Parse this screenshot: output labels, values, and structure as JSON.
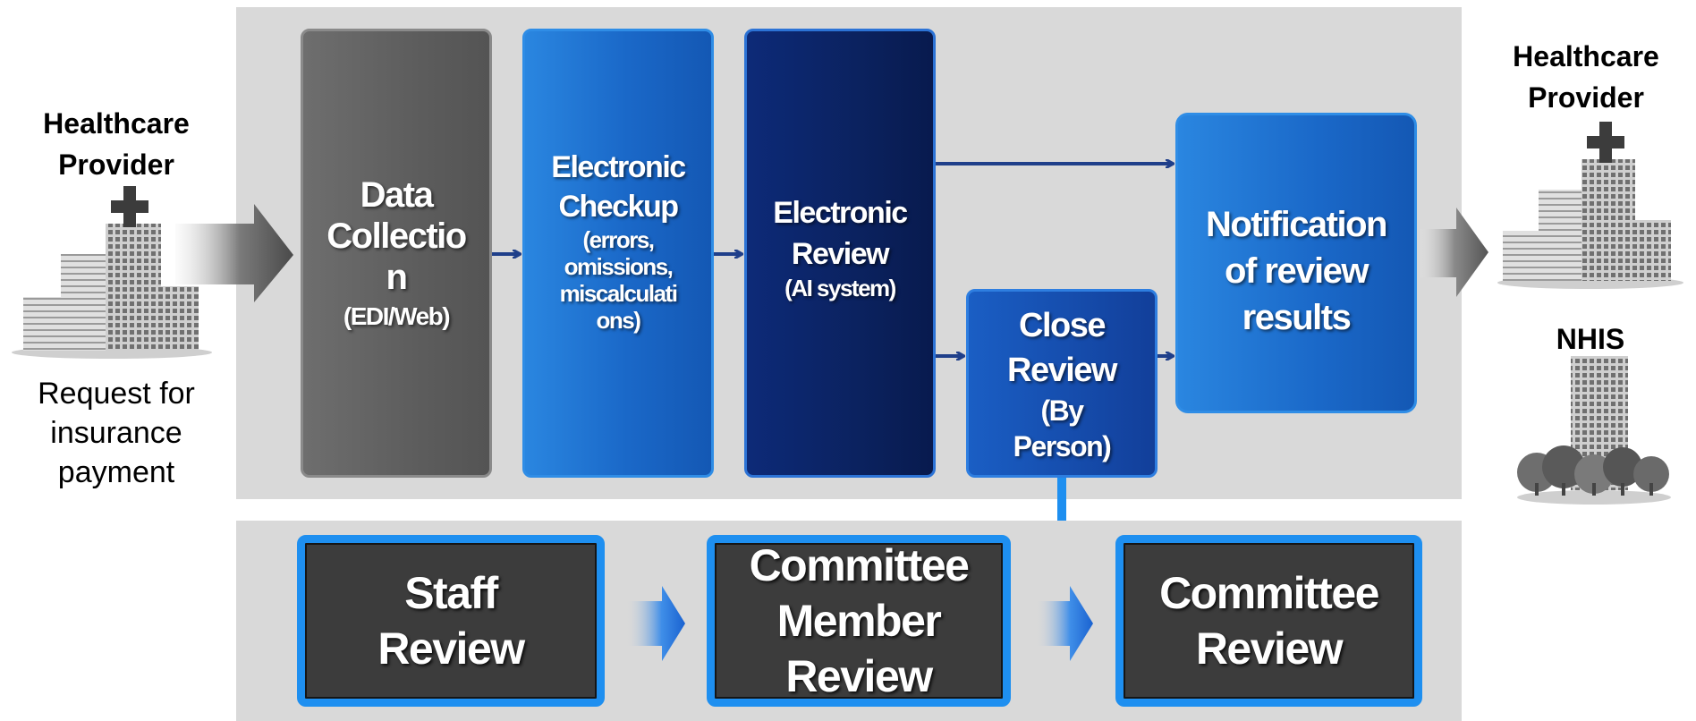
{
  "left": {
    "title": "Healthcare Provider",
    "caption": [
      "Request for",
      "insurance",
      "payment"
    ]
  },
  "right": {
    "provider_title": "Healthcare Provider",
    "nhis_title": "NHIS"
  },
  "flow": {
    "data_collection": {
      "title": [
        "Data",
        "Collectio",
        "n"
      ],
      "sub": "(EDI/Web)"
    },
    "electronic_checkup": {
      "title": [
        "Electronic",
        "Checkup"
      ],
      "sub": [
        "(errors,",
        "omissions,",
        "miscalculati",
        "ons)"
      ]
    },
    "electronic_review": {
      "title": [
        "Electronic",
        "Review"
      ],
      "sub": "(AI system)"
    },
    "close_review": {
      "title": [
        "Close",
        "Review"
      ],
      "sub": [
        "(By",
        "Person)"
      ]
    },
    "notification": {
      "title": [
        "Notification",
        "of review",
        "results"
      ]
    }
  },
  "review_chain": {
    "staff": [
      "Staff",
      "Review"
    ],
    "member": [
      "Committee",
      "Member",
      "Review"
    ],
    "committee": [
      "Committee",
      "Review"
    ]
  },
  "colors": {
    "panel": "#d9d9d9",
    "accent_blue": "#1e8ff0",
    "arrow_dark_blue": "#1f3f8a"
  },
  "icons": [
    "hospital-building-icon",
    "nhis-building-icon"
  ]
}
